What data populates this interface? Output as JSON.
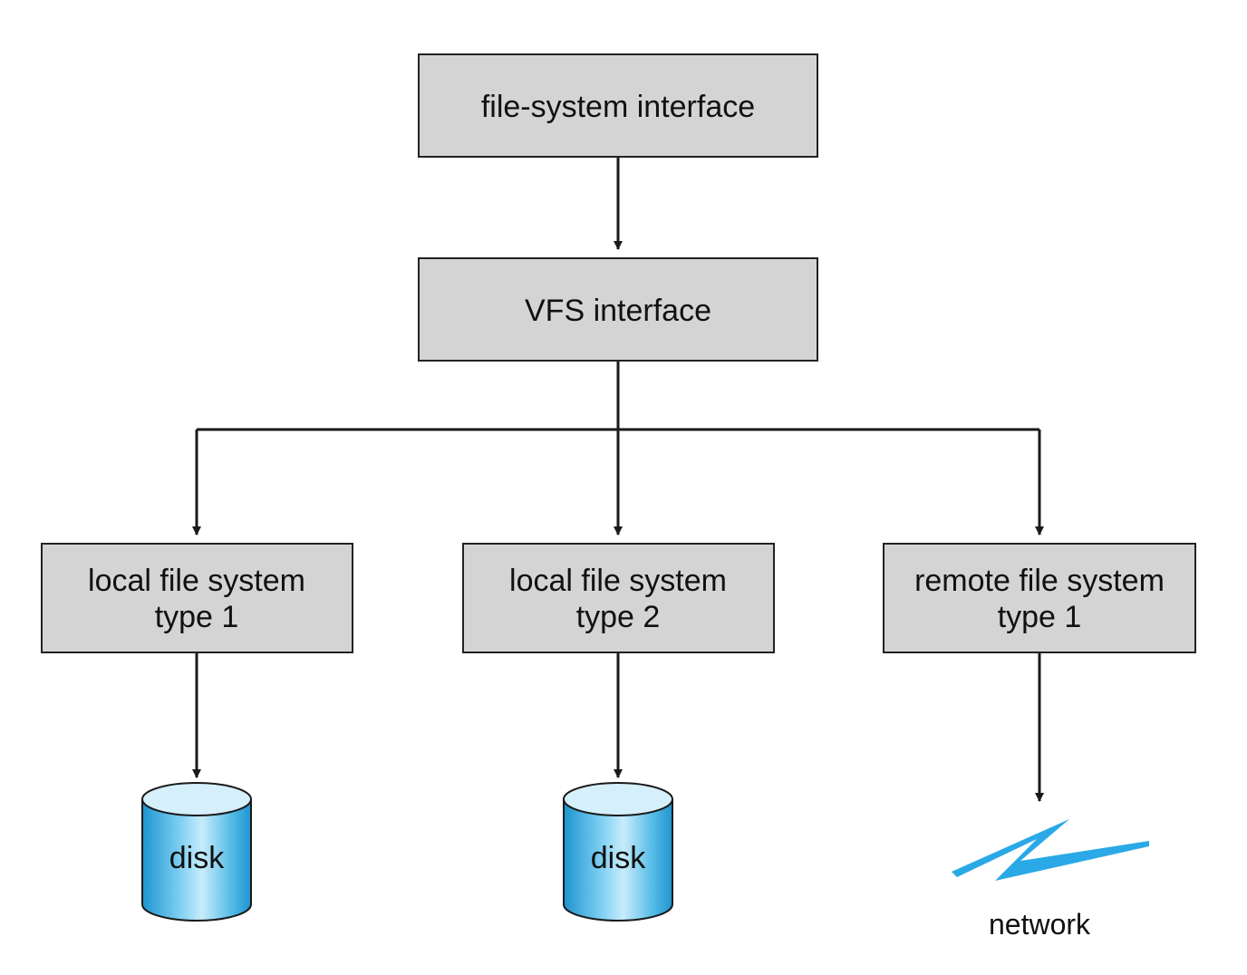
{
  "nodes": {
    "fs_interface": {
      "label": "file-system interface"
    },
    "vfs_interface": {
      "label": "VFS interface"
    },
    "local_fs_1": {
      "line1": "local file system",
      "line2": "type 1"
    },
    "local_fs_2": {
      "line1": "local file system",
      "line2": "type 2"
    },
    "remote_fs_1": {
      "line1": "remote file system",
      "line2": "type 1"
    },
    "disk_1": {
      "label": "disk"
    },
    "disk_2": {
      "label": "disk"
    },
    "network": {
      "label": "network"
    }
  },
  "colors": {
    "box_fill": "#d4d4d4",
    "disk_blue": "#2ba8e0",
    "network_blue": "#2aa9e6"
  },
  "icons": {
    "disk": "cylinder-icon",
    "network": "lightning-bolt-icon"
  }
}
